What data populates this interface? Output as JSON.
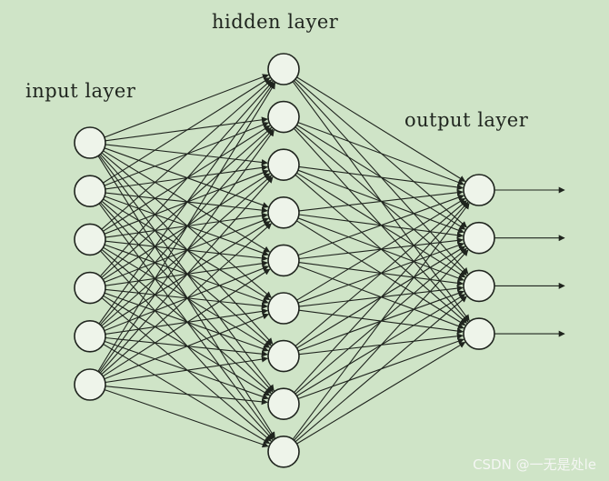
{
  "diagram": {
    "input_label": "input layer",
    "hidden_label": "hidden layer",
    "output_label": "output layer",
    "input_count": 6,
    "hidden_count": 9,
    "output_count": 4
  },
  "watermark": "CSDN @一无是处le",
  "colors": {
    "background": "#cfe4c7",
    "node_fill": "#eef4ea",
    "stroke": "#1f241e"
  }
}
